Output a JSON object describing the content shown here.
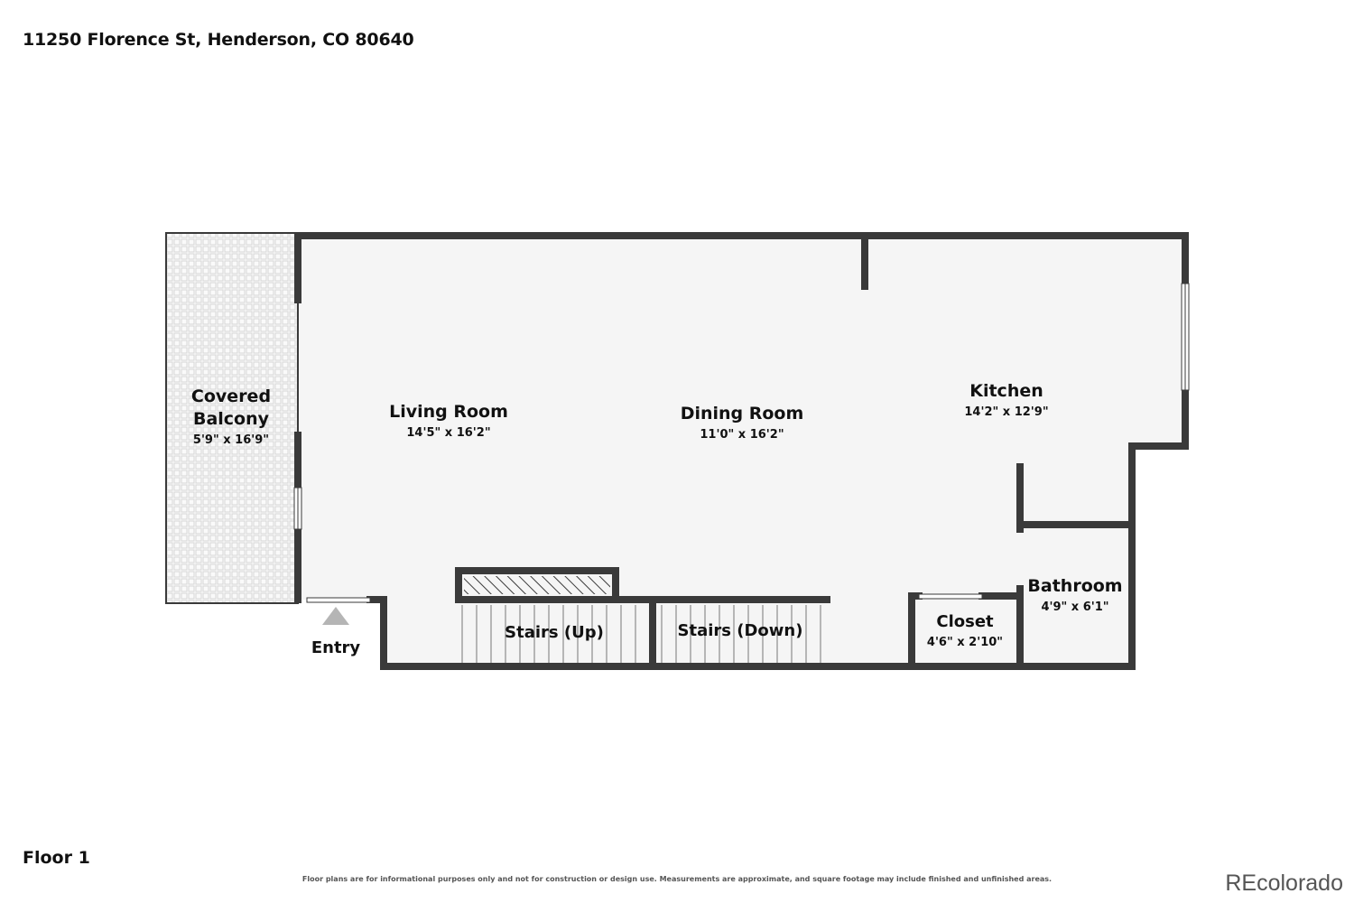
{
  "address": "11250 Florence St, Henderson, CO 80640",
  "floor_label": "Floor 1",
  "disclaimer": "Floor plans are for informational purposes only and not for construction or design use. Measurements are approximate, and square footage may include finished and unfinished areas.",
  "brand": "REcolorado",
  "colors": {
    "wall": "#3a3a3a",
    "floor": "#f5f5f5",
    "balcony_grid": "#d6d6d6",
    "entry_arrow": "#b5b5b5"
  },
  "rooms": {
    "covered_balcony": {
      "name_line1": "Covered",
      "name_line2": "Balcony",
      "dims": "5'9\" x 16'9\""
    },
    "living_room": {
      "name": "Living Room",
      "dims": "14'5\" x 16'2\""
    },
    "dining_room": {
      "name": "Dining Room",
      "dims": "11'0\" x 16'2\""
    },
    "kitchen": {
      "name": "Kitchen",
      "dims": "14'2\" x 12'9\""
    },
    "bathroom": {
      "name": "Bathroom",
      "dims": "4'9\" x 6'1\""
    },
    "closet": {
      "name": "Closet",
      "dims": "4'6\" x 2'10\""
    },
    "stairs_up": {
      "name": "Stairs (Up)"
    },
    "stairs_down": {
      "name": "Stairs (Down)"
    },
    "entry": {
      "name": "Entry"
    }
  }
}
